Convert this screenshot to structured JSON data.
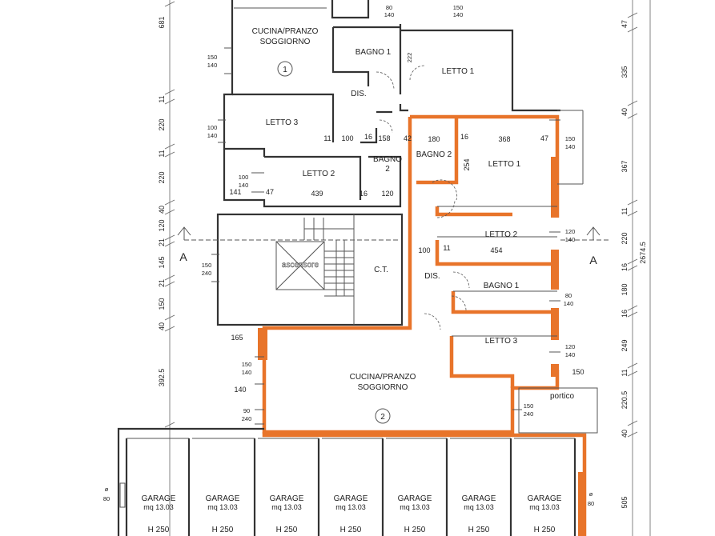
{
  "rooms": {
    "cucina_top": [
      "CUCINA/PRANZO",
      "SOGGIORNO"
    ],
    "bagno1_top": "BAGNO 1",
    "letto1_top": "LETTO 1",
    "dis_top": "DIS.",
    "letto3_top": "LETTO 3",
    "letto2_top": "LETTO 2",
    "bagno2_mid": [
      "BAGNO",
      "2"
    ],
    "bagno2_right": "BAGNO 2",
    "letto1_right": "LETTO 1",
    "letto2_right": "LETTO 2",
    "bagno1_right": "BAGNO 1",
    "letto3_right": "LETTO 3",
    "dis_right": "DIS.",
    "ascensore": "ascensore",
    "ct": "C.T.",
    "cucina_bottom": [
      "CUCINA/PRANZO",
      "SOGGIORNO"
    ],
    "portico": "portico"
  },
  "unit_numbers": {
    "top": "1",
    "bottom": "2"
  },
  "section_markers": {
    "left": "A",
    "right": "A"
  },
  "garages": [
    {
      "name": "GARAGE",
      "area": "mq 13.03",
      "height": "H 250"
    },
    {
      "name": "GARAGE",
      "area": "mq 13.03",
      "height": "H 250"
    },
    {
      "name": "GARAGE",
      "area": "mq 13.03",
      "height": "H 250"
    },
    {
      "name": "GARAGE",
      "area": "mq 13.03",
      "height": "H 250"
    },
    {
      "name": "GARAGE",
      "area": "mq 13.03",
      "height": "H 250"
    },
    {
      "name": "GARAGE",
      "area": "mq 13.03",
      "height": "H 250"
    },
    {
      "name": "GARAGE",
      "area": "mq 13.03",
      "height": "H 250"
    }
  ],
  "left_dims": [
    "681",
    "11",
    "220",
    "11",
    "220",
    "40",
    "120",
    "21",
    "145",
    "21",
    "150",
    "40",
    "392.5"
  ],
  "right_dims": [
    "47",
    "335",
    "40",
    "367",
    "11",
    "220",
    "16",
    "180",
    "16",
    "249",
    "11",
    "220.5",
    "40",
    "505"
  ],
  "total_dim": "2674.5",
  "inner_dims": {
    "d80": "80",
    "d140a": "140",
    "d150a": "150",
    "d140b": "140",
    "d222": "222",
    "d150_140_w1": [
      "150",
      "140"
    ],
    "d100_140_w": [
      "100",
      "140"
    ],
    "d11": "11",
    "d100": "100",
    "d16a": "16",
    "d158": "158",
    "d42": "42",
    "d180": "180",
    "d16b": "16",
    "d368": "368",
    "d47": "47",
    "d150_140_r1": [
      "150",
      "140"
    ],
    "d254": "254",
    "d100_140_w2": [
      "100",
      "140"
    ],
    "d141": "141",
    "d47b": "47",
    "d439": "439",
    "d16c": "16",
    "d120": "120",
    "d120_140_r": [
      "120",
      "140"
    ],
    "d150_240_s": [
      "150",
      "240"
    ],
    "d100b": "100",
    "d11b": "11",
    "d454": "454",
    "d80_140_r": [
      "80",
      "140"
    ],
    "d120_140_r2": [
      "120",
      "140"
    ],
    "d165": "165",
    "d150_140_l": [
      "150",
      "140"
    ],
    "d140c": "140",
    "d90_240": [
      "90",
      "240"
    ],
    "d150b": "150",
    "d150_240_p": [
      "150",
      "240"
    ],
    "d0_80_l": [
      "ø",
      "80"
    ],
    "d0_80_r": [
      "ø",
      "80"
    ]
  },
  "colors": {
    "highlight": "#e8742a",
    "wall": "#333333"
  }
}
